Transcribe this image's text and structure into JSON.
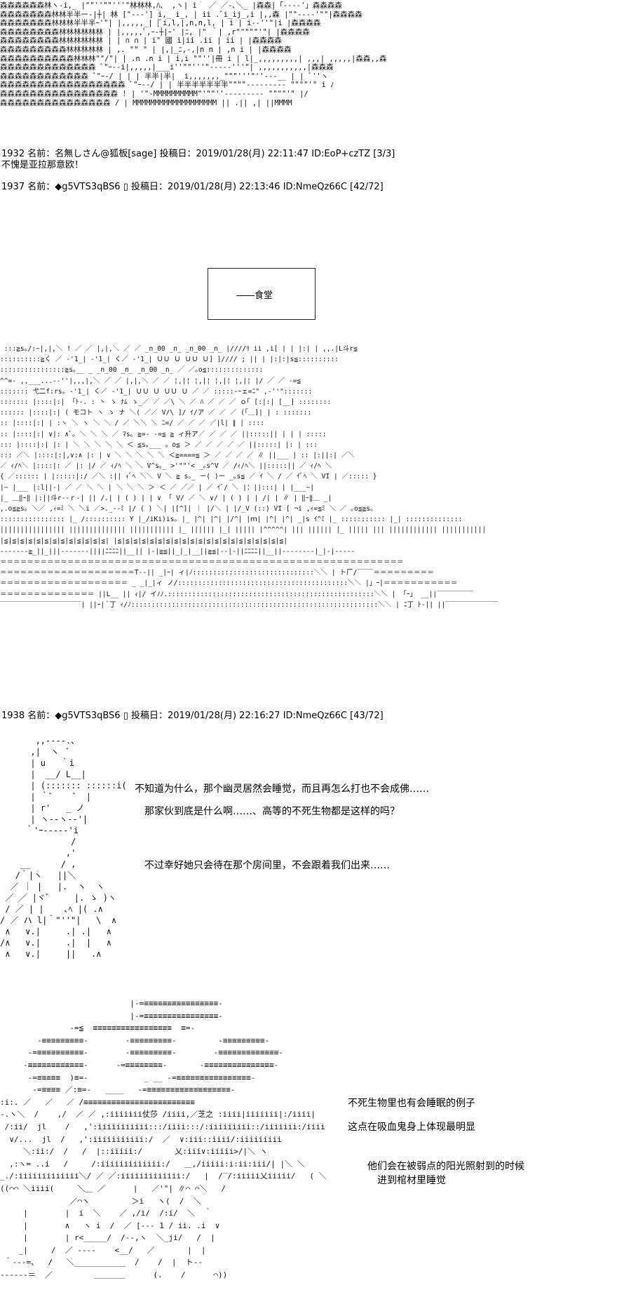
{
  "art": {
    "forest": "森森森森森森林ヽ-i,_ |\"\"''\"\"'''\"林林林,ﾊ、 ,ヽ| i｀ ／ ／-､＼_ |森森|「----'」森森森森\n森森森森森森森林林半半ー-|┼| 林 [\"---'] i,_ i_, | ii .ﾞi_ij_,i |,,森 |\"\"----'\"\"|森森森森\n森森森森森森森林林林半半半ｰ'\"| |,,,,,_| |ﾞi,l,|,n,n,l, | i | i--''\"|i |森森森森\n森森森森森森森森林林林林林林 | |,,,,,ﾟ,ｰ-┼|ｰ' |ﾆ, |\" ｀| ,r\"\"\"\"\"'\"| |森森森森\n森森森森森森森森林林林林林林 | | ∩ ∩ | i\" 國 i|ii .ii | ii | |森森森森\n森森森森森森森森森林林林林林 | ,. \"\" \" | |,|_ﾆ,-,|n n | ,n i | |森森森森\n森森森森森森森森森森林林林\"\"/\"| | .n .n i | i,i \"\"''|冊 i | l|_,,,,,,,,,| ,,,| ,,,,,|森森,,森\n森森森森森森森森森森森森森 ﾞ\"ｰ--i|,,,,,|___i''\"\"'''\"-----'''\"| ,,,,,,,,,,,|森森森\n森森森森森森森森森森森森 ﾞ\"ｰ-/ | | | 半半|半|  i,,,,,,,_\"\"\"'''\"''---__ | | ﾞ''ヽ\n森森森森森森森森森森森森森森森森森 ﾞ\"ｰ--/ | | 半半半半半半半\"\"\"\"--------- \"\"\"\"'\" i ﾉ\n森森森森森森森森森森森森森森森森 ! | '\"-MMMMMMMMMM\"'\"\"''--------- \"\"\"\"'\" |/\n森森森森森森森森森森森森森森森 / | MMMMMMMMMMMMMMMMMMM || .|| ,| ||MMMM",
    "hall": " :::≧s｡/:~|,|,＼ ! ／ ／ |,|,＼ ／ ／ _n_00 _n_ _n_00 _n_ |////ﾘ ii ,i[ | | |:| | ,,.|L斗r≦\n::::::::::≧く ／ -'1_| -'1_| く／ -'1_| ＵＵ Ｕ ＵＵ Ｕ] ]//// ; || | |:|:|s≦::::::::::\n::::::::::::::::≧s｡__ _ _n_00 _n_ _n_00 _n_ ／ ／｡o≦::::::::::::::\n^^=- ,,___...--''|,,,|,＼ ／ ／ |,|,＼ ／ ／ ¦,|¦ ¦,|¦ ¦,|¦ ¦,|¦ |/ ／ ／ -=≦\n::::::: 弋二f:rs｡ -'1_| く／ -'1_| ＵＵ Ｕ ＵＵ Ｕ ／ ／ :::::-ｰェ=ﾆ\" ,-''\":::::::\n::::::: |::::|:| 「ﾄ-. : 丶 ゝ ﾅﾑ ゝ_／ ／ ／\\ ＼ ／ ﾊ ／ ／ ／ ｏ｢ [:|:| [__] ::::::::\n:::::: |::::|:| ( モコト ヽ ゝ ナ ＼( ／／ V/\\ ]/ ｲ/ア ／ ／ ／ (｢＿]| | : :::::::\n:: |::::|:| | :ヽ ＼ ヽ ＼ ＼ / ／ ＼＼ ＼ ﾆ=/ ／ ／ ／ ／|l| ∥ | ::::\n:: |::::|:| ∨|: ∧ﾟ｡ ＼ ＼ ＼ ／ ﾏs｡ ≧=- -=≦ ≧ ィ升ア／ ／ ／ ／ ||:::::|| | | | :::::\n::: |::::|:| |: | ＼ ＼ ＼ ＼ ＼ ＜ ≦s｡___ 。o≦ ＞ ／ ／ ／ ／ ／ ||:::::| |: | :::\n::: ／＼ |::::|:|,∨:∧ |: | ∨ ＼ ＼ ＼ ＼ ＼ ＜≧====≦ ＞ ／ ／ ／ ／ ∥ ||___ | :: |:||:| ／＼\n／ ｨ/ﾍ＼ |::::|: ／ |: |/ ／ ｨ/ﾍ ＼ ＼ V^s｡_ >'\"\"'< _｡s^V ／ /ｨ/ﾍ＼ ||:::::|| ／ ｨ/ﾍ ＼\n{ ／:::::: | |:::::|:/ ／＼ :|| ｨﾞﾍ ＼＼ V ＼ ≧ s｡_ ー( )ー _｡s≦ ／ ｲ ＼ / ／ ｲﾞﾍ ＼ VI | ／::::: }\n|~ |___ |:l||-| ／ ／ ＼ ＼ | ＼ ＼ ＼ ＞ ＜ ／ ／／ | ／ ｲﾞ/ ＼ |：||:::| | |___~|\n|_ ＿‖ｰ‖ |:||斗r--ｒ-| || /.| | ( ) | | ∨ 「 V/ ／ ＼ ∨/ | ( ) | | /| | ∥ | ‖ｰ‖＿ _|\n,.o≦≧s｡ ＼／ ,ｨ=ﾐ ＼ ＼i ／>._--ﾐ |/ ( ) ＼| |[^]| ｜ |/＼ | |/_V (::) VI [ ¬i ,ｨ=≦ﾐ ＼ ／ ｡o≦≧s｡\n:::::::::::::::: |_ /:::::::::: Y |_/iKi)is｡ |_ |^| |^| |/^| |ｍ| |^| |^| _|s ｲ^ﾐ |_ ::::::::::: |_| ::::::::::::::\n|||||||||||||||| |||||||||||||| ||||||||||| |_ |||||| |_| ||||| |^^^^^| ||| |||||| |_ ||||| ||| |||||||||||| |||||||||||\n|≦|≦|≦|≦|≦|≦|≦|≦|≦|≦|≦|≦|≦| |≦|≦|≦|≦|≦|≦|≦|≦|≦|≦|≦|≦|≦|≦|≦|≦|≦|≦|≦|≦|≦|\n-------≧_||_|||-------||||ﾆﾆﾆﾆ||__|| |-|≧≦||_|_|__||≧≦|--|-||ﾆﾆﾆﾆ||__||--------|_|-|-----\n＝＝＝＝＝＝＝＝＝＝＝＝＝＝＝＝＝＝＝＝＝＝＝＝＝＝＝＝＝＝＝＝＝＝＝＝＝＝＝＝＝＝＝＝＝＝＝＝＝＝＝＝＝＝＝＝＝＝＝＝\n＝＝＝＝＝＝＝＝＝＝＝＝＝＝＝＝＝＝＝＝T--|| _|ｰ| ィ|ﾉ::::::::::::::::::::::::::::::＼＼ | ト厂/‾‾‾‾＝＝＝＝＝＝＝＝＝\n＝＝＝＝＝＝＝＝＝＝＝＝＝＝＝＝＝＝＝ _ _|_|ィ ノ/::::::::::::::::::::::::::::::::::::::::::＼＼ |」ｰ|＝＝＝＝＝＝＝＝＝＝＝\n＝＝＝＝＝＝＝＝＝＝＝＝＝＝ ||L__ || ｨ|/ イﾉﾉ.:::::::::::::::::::::::::::::::::::::::::::::::::::＼＼ | 「ｰ」 __||‾‾‾‾‾‾‾‾‾\n‾‾‾‾‾‾‾‾‾‾‾‾‾‾‾‾‾‾‾‾| ||ｰ| ﾞ丁 ｨ/ﾉ:::::::::::::::::::::::::::::::::::::::::::::::::::::::::::::＼＼ | ﾆ丁 ﾄ‐|| ||‾‾‾‾‾‾‾‾‾‾‾‾‾",
    "figure": "       ,,-‐--.、\n      ,|  ヽ  ﾞ\n      | u   ｀i\n      |  __/ L__|\n      | (::::::: ::::::i(\n      | ｀゛   ゛ |\n      | r'   _ ノ\n      | ヽ-‐ヽ--'|\n     ｀'ｰ-----'i\n              /\n             ,'\n    __      / ,\n   /｀|ヽ   ||＼\n  ／ ｜ |   |.  ヽ  ヽ\n ／ ／ |ヾ゛    |. ゝ )ヽ\n / ／ | |    ､ﾍ |( .∧\n/ ／ ハ l|｀\"''\"|   \\  ∧\n ∧   ∨.|     .| .|   ∧\n/∧   ∨.|     .|  |   ∧\n ∧   ∨.|     ||   .∧",
    "coffin": "                            |-=≡≡≡≡≡≡≡≡≡≡≡≡≡≡≡≡-\n                            |-=≡≡≡≡≡≡≡≡≡≡≡≡≡≡≡≡-\n               -=≦  ≡≡≡≡≡≡≡≡≡≡≡≡≡≡≡≡≡  ≡=-\n        -≡≡≡≡≡≡≡≡≡-        -≡≡≡≡≡≡≡≡≡-         -≡≡≡≡≡≡≡≡≡-\n      -=≡≡≡≡≡≡≡≡≡≡-        -≡≡≡≡≡≡≡≡≡-        -≡≡≡≡≡≡≡≡≡≡≡≡≡-\n     -≡≡≡≡≡≡≡≡≡≡≡≡-      -=≡≡≡≡≡≡≡≡-       -≡≡≡≡≡≡≡≡≡≡≡≡≡≡≡-\n      -=≡≡≡≡≡  )≡=-            _ __ -=≡≡≡≡≡≡≡≡≡≡≡≡≡≡≡≡-\n       -=≡≡≡≡ ／:≡=-   ____   -=≡≡≡≡≡≡≡≡≡≡≡≡≡≡≡≡≡≡-\n:i:. ／   ／   ／ /≡≡≡≡≡≡≡≡≡≡≡≡≡≡≡≡≡≡≡≡≡≡≡≡\n-.ヽ＼  /    ,/  ／ ／ ,:iiiiiii仗莎 /iiii,／芝之 :iiii|iiiiiii|:/iiii|\n /:ii/  jl    /   ,':iiiiiiiiiii:::/iiii:::/:iiiiiiiii::/iiiiiii:/iiii\n  ∨/...  jl  /   ,':iiiiiiiiiii:/  ／  ∨:iii::iiii/:iiiiiiiii\n     ＼:ii:/  /   /  |::iiiii:/       乂:iii∨:iiiii>/|＼ ヽ\n  ,:ヽ= ..i   /     /:iiiiiiiiiiiii:/   ＿,/iiiii:i:ii:iii/| |＼ ＼\n_./:iiiiiiiiiiiii＼/ ／ ／:iiiiiiiiiiiii:/   |  /‾/:iiiii乂iiiii/   ( ＼\n((⌒⌒ ＼iiii(     ＼＿ ／      |   ／'\"| ∥⌒ ⌒＼   /\n               ／⌒ヽ         ＞i   ヽ(  /  ＼\n     |        |  i  ＼    ／ ,/i/  /:i/  ＼  ｀\n     |        ∧   ヽ i  /  ／ [‐-- 1 / ii. .i  ∨\n     |        | r<_____/  /‐‐,ヽ  ＼_ji/   /  |\n    _|     /  ／ ‐‐‐‐    <__/   ／       |  |\n ｀‐‐‐=、  /   ＼___________  /    /  |  ト‐-\n‐‐‐‐‐‐＝  ／         ＿＿＿＿      (.    /      ⌒))"
  },
  "posts": [
    {
      "header": "1932 名前：名無しさん@狐板[sage] 投稿日：2019/01/28(月) 22:11:47 ID:EoP+czTZ [3/3]",
      "body": "不愧是亚拉那意欧！"
    },
    {
      "header": "1937 名前：◆g5VTS3qBS6 ▯ 投稿日：2019/01/28(月) 22:13:46 ID:NmeQz66C [42/72]"
    },
    {
      "header": "1938 名前：◆g5VTS3qBS6 ▯ 投稿日：2019/01/28(月) 22:16:27 ID:NmeQz66C [43/72]"
    }
  ],
  "sign": "――食堂",
  "dialogue": {
    "line1": "不知道为什么，那个幽灵居然会睡觉，而且再怎么打也不会成佛……",
    "line2": "那家伙到底是什么啊……、高等的不死生物都是这样的吗？",
    "line3": "不过幸好她只会待在那个房间里，不会跟着我们出来……",
    "line4": "不死生物里也有会睡眠的例子",
    "line5": "这点在吸血鬼身上体现最明显",
    "line6": "他们会在被弱点的阳光照射到的时候",
    "line7": "进到棺材里睡觉"
  }
}
